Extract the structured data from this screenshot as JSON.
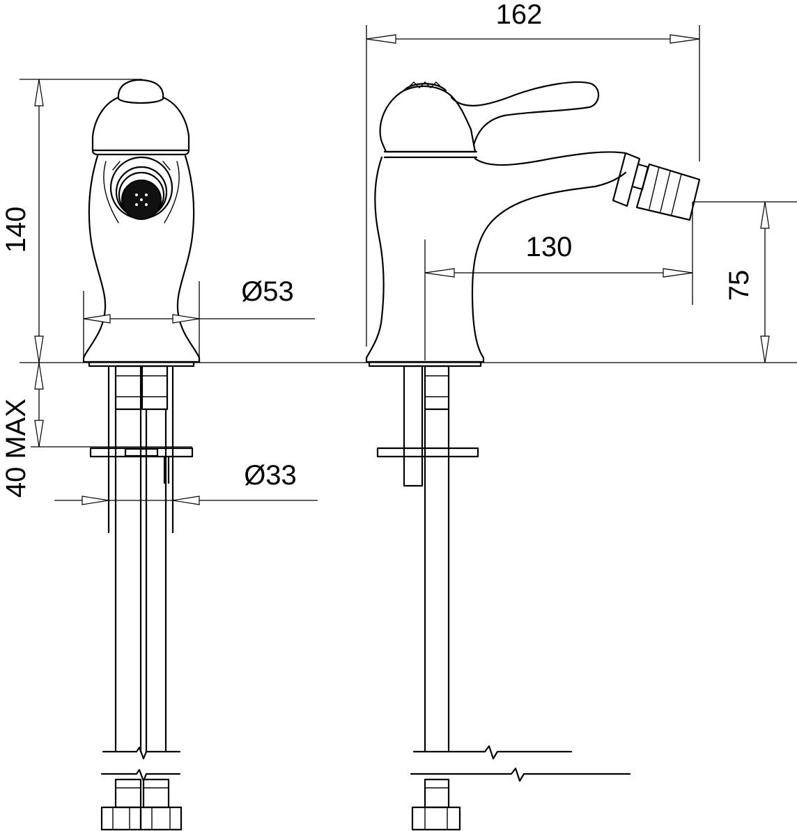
{
  "dimensions": {
    "overall_length": "162",
    "spout_reach": "130",
    "total_height": "140",
    "outlet_height": "75",
    "base_diameter": "Ø53",
    "shank_diameter": "Ø33",
    "max_deck_thickness": "40 MAX"
  }
}
